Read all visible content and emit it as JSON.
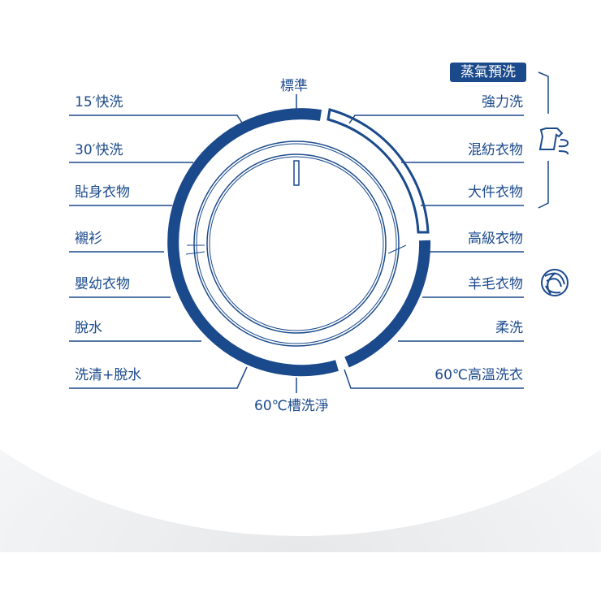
{
  "colors": {
    "accent": "#1b4a8c"
  },
  "top_label": "標準",
  "bottom_label": "60℃槽洗淨",
  "left_programs": [
    "15′快洗",
    "30′快洗",
    "貼身衣物",
    "襯衫",
    "嬰幼衣物",
    "脫水",
    "洗清+脫水"
  ],
  "right_programs": [
    "強力洗",
    "混紡衣物",
    "大件衣物",
    "高級衣物",
    "羊毛衣物",
    "柔洗",
    "60℃高溫洗衣"
  ],
  "steam_badge": "蒸氣預洗",
  "icons": {
    "steam": "steam-shirt-icon",
    "wool": "wool-mark-icon"
  }
}
